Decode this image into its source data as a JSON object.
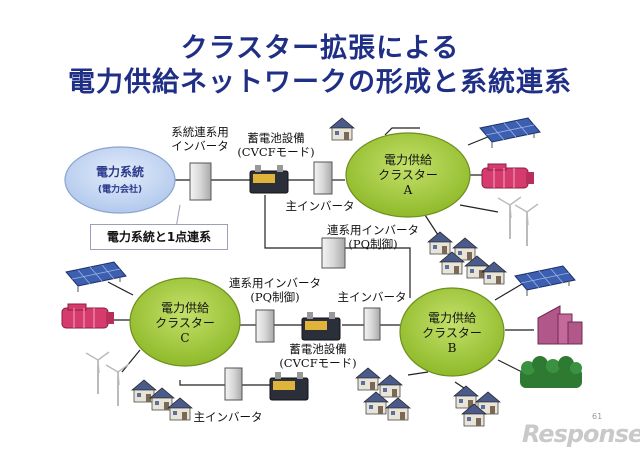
{
  "title": {
    "line1": "クラスター拡張による",
    "line2": "電力供給ネットワークの形成と系統連系"
  },
  "grid": {
    "line1": "電力系統",
    "line2": "(電力会社)"
  },
  "callout": "電力系統と1点連系",
  "labels": {
    "grid_inverter": [
      "系統連系用",
      "インバータ"
    ],
    "battery_top": [
      "蓄電池設備",
      "(CVCFモード)"
    ],
    "main_inverter_a": "主インバータ",
    "link_inverter_ab": [
      "連系用インバータ",
      "(PQ制御)"
    ],
    "link_inverter_cb": [
      "連系用インバータ",
      "(PQ制御)"
    ],
    "main_inverter_mid": "主インバータ",
    "battery_bottom": [
      "蓄電池設備",
      "(CVCFモード)"
    ],
    "main_inverter_c": "主インバータ"
  },
  "clusters": {
    "a": [
      "電力供給",
      "クラスター",
      "A"
    ],
    "b": [
      "電力供給",
      "クラスター",
      "B"
    ],
    "c": [
      "電力供給",
      "クラスター",
      "C"
    ]
  },
  "page_number": "61",
  "watermark": "Response.",
  "colors": {
    "title": "#1f2f86",
    "cluster_fill": "#a6cc3c",
    "grid_fill": "#c9daf2",
    "grid_text": "#2b3a8c",
    "pv": "#3d5fb0",
    "generator": "#d63b6e",
    "factory": "#b2578a",
    "tree": "#2f7a32"
  }
}
